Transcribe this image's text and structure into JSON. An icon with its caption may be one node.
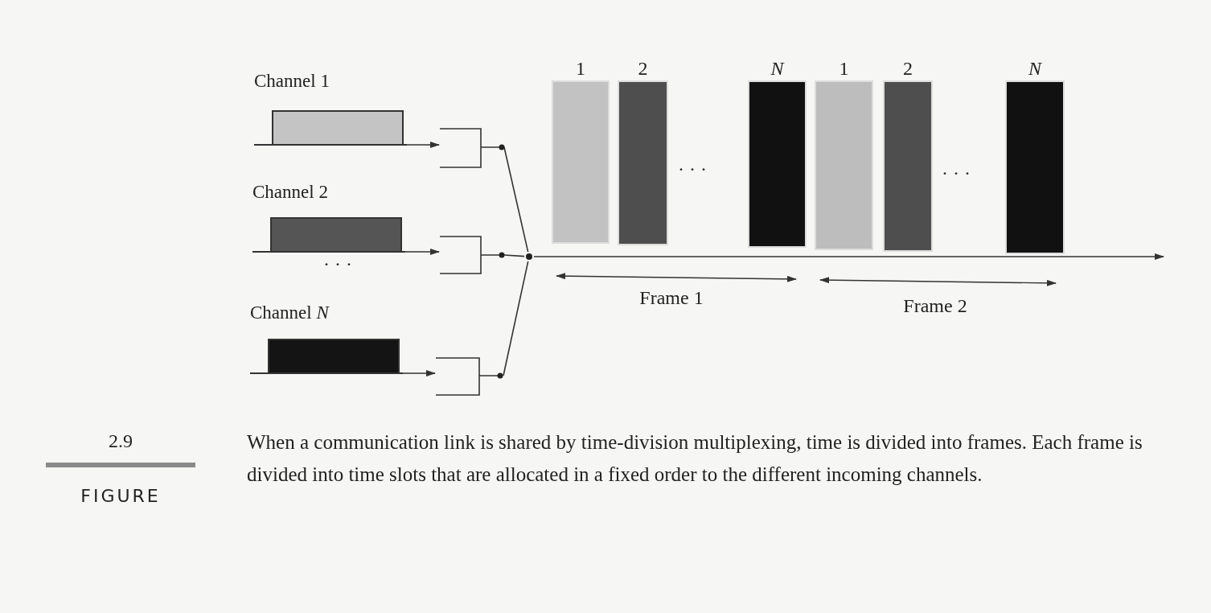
{
  "diagram": {
    "caption": "When a communication link is shared by time-division multiplexing, time is divided into frames. Each frame is divided into time slots that are allocated in a fixed order to the different incoming channels.",
    "nodes": [
      {
        "text": [
          "Channel 1"
        ]
      },
      {
        "text": [
          "Channel 2"
        ]
      },
      {
        "text": [
          "Channel *N*"
        ]
      },
      {
        "text": [],
        "shape": "switch"
      },
      {
        "text": [],
        "shape": "switch"
      },
      {
        "text": [],
        "shape": "switch"
      },
      {
        "text": [],
        "shape": "circle"
      },
      {
        "text": [
          "1"
        ]
      },
      {
        "text": [
          "2"
        ]
      },
      {
        "text": [
          "*N*"
        ]
      },
      {
        "text": [
          "1"
        ]
      },
      {
        "text": [
          "2"
        ]
      },
      {
        "text": [
          "*N*"
        ]
      }
    ],
    "edges": [
      {
        "from": 0,
        "to": 3,
        "arrow": "to"
      },
      {
        "from": 1,
        "to": 4,
        "arrow": "to"
      },
      {
        "from": 2,
        "to": 5,
        "arrow": "to"
      },
      {
        "from": 3,
        "to": 6,
        "arrow": "none"
      },
      {
        "from": 4,
        "to": 6,
        "arrow": "none"
      },
      {
        "from": 5,
        "to": 6,
        "arrow": "none"
      },
      {
        "from": 6,
        "to": null,
        "arrow": "to"
      }
    ],
    "labels": [
      "· · ·",
      "· · ·",
      "· · ·",
      "Frame 1",
      "Frame 2",
      "2.9",
      "FIGURE"
    ]
  }
}
